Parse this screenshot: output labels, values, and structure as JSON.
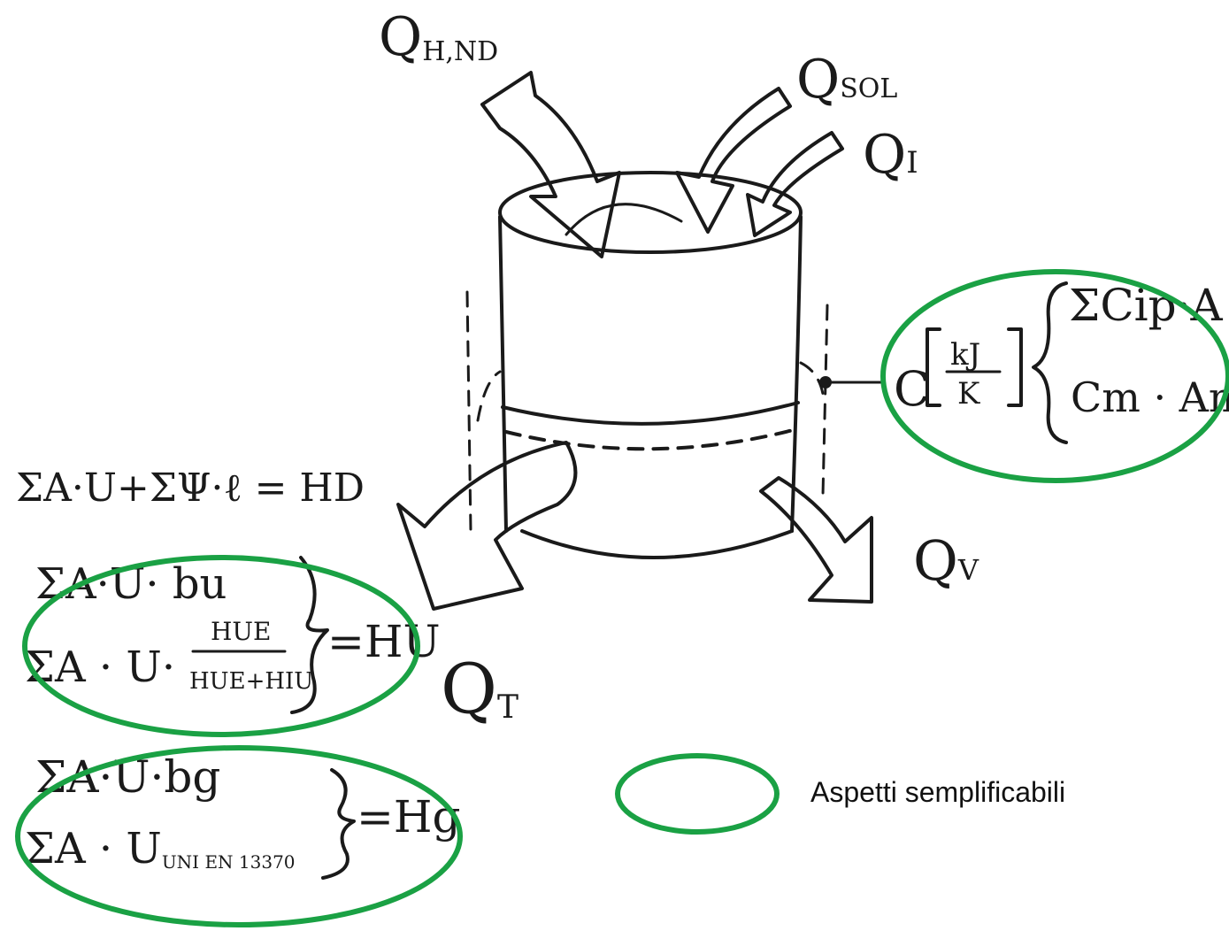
{
  "labels": {
    "q_h_nd": "Q H,ND",
    "q_sol": "Q SOL",
    "q_i": "Q I",
    "q_t": "Q T",
    "q_v": "Q V"
  },
  "formulas": {
    "h_d": "ΣA·U+ΣΨ·ℓ = HD",
    "h_u_line1": "ΣA·U· bu",
    "h_u_line2": "ΣA · U· HUE/(HUE+HIU)",
    "h_u_result": "=HU",
    "h_g_line1": "ΣA·U·bg",
    "h_g_line2": "ΣA · U UNI EN 13370",
    "h_g_result": "=Hg",
    "capacity_prefix": "C [kJ/K]",
    "capacity_line1": "ΣCip·A",
    "capacity_line2": "Cm · Am"
  },
  "legend": {
    "label": "Aspetti semplificabili",
    "color": "#1aa144"
  }
}
